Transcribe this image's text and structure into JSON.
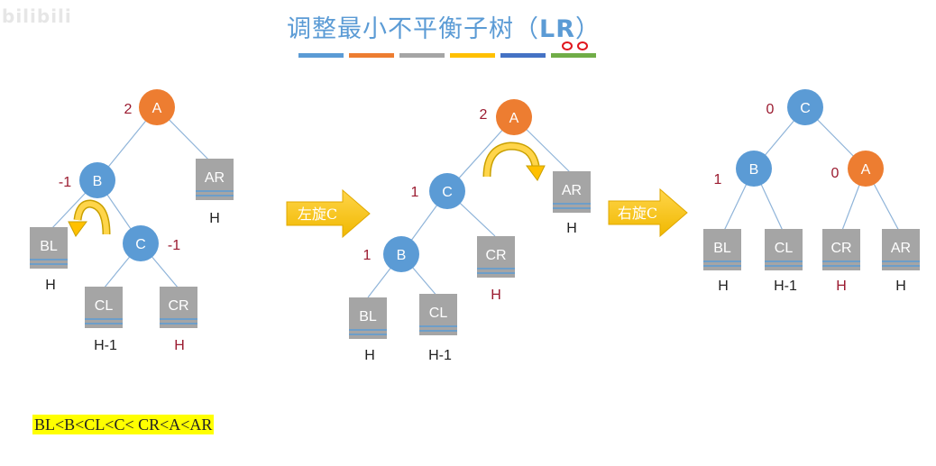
{
  "watermark": "bilibili",
  "title": {
    "text": "调整最小不平衡子树（",
    "lr": "LR",
    "close": "）"
  },
  "color_bars": [
    "#5b9bd5",
    "#ed7d31",
    "#a5a5a5",
    "#ffc000",
    "#4472c4",
    "#70ad47"
  ],
  "colors": {
    "blue_node": "#5b9bd5",
    "orange_node": "#ed7d31",
    "subtree_box": "#a5a5a5",
    "arrow": "#ffc000",
    "balance_text": "#9b1b30"
  },
  "trees": [
    {
      "nodes": [
        {
          "id": "A",
          "label": "A",
          "color": "orange",
          "balance": "2"
        },
        {
          "id": "B",
          "label": "B",
          "color": "blue",
          "balance": "-1"
        },
        {
          "id": "C",
          "label": "C",
          "color": "blue",
          "balance": "-1"
        }
      ],
      "subtrees": [
        {
          "label": "AR",
          "height": "H",
          "height_red": false
        },
        {
          "label": "BL",
          "height": "H",
          "height_red": false
        },
        {
          "label": "CL",
          "height": "H-1",
          "height_red": false
        },
        {
          "label": "CR",
          "height": "H",
          "height_red": true
        }
      ]
    },
    {
      "nodes": [
        {
          "id": "A",
          "label": "A",
          "color": "orange",
          "balance": "2"
        },
        {
          "id": "C",
          "label": "C",
          "color": "blue",
          "balance": "1"
        },
        {
          "id": "B",
          "label": "B",
          "color": "blue",
          "balance": "1"
        }
      ],
      "subtrees": [
        {
          "label": "AR",
          "height": "H",
          "height_red": false
        },
        {
          "label": "CR",
          "height": "H",
          "height_red": true
        },
        {
          "label": "BL",
          "height": "H",
          "height_red": false
        },
        {
          "label": "CL",
          "height": "H-1",
          "height_red": false
        }
      ]
    },
    {
      "nodes": [
        {
          "id": "C",
          "label": "C",
          "color": "blue",
          "balance": "0"
        },
        {
          "id": "B",
          "label": "B",
          "color": "blue",
          "balance": "1"
        },
        {
          "id": "A",
          "label": "A",
          "color": "orange",
          "balance": "0"
        }
      ],
      "subtrees": [
        {
          "label": "BL",
          "height": "H",
          "height_red": false
        },
        {
          "label": "CL",
          "height": "H-1",
          "height_red": false
        },
        {
          "label": "CR",
          "height": "H",
          "height_red": true
        },
        {
          "label": "AR",
          "height": "H",
          "height_red": false
        }
      ]
    }
  ],
  "arrows": [
    {
      "label": "左旋C"
    },
    {
      "label": "右旋C"
    }
  ],
  "ordering": "BL<B<CL<C< CR<A<AR"
}
